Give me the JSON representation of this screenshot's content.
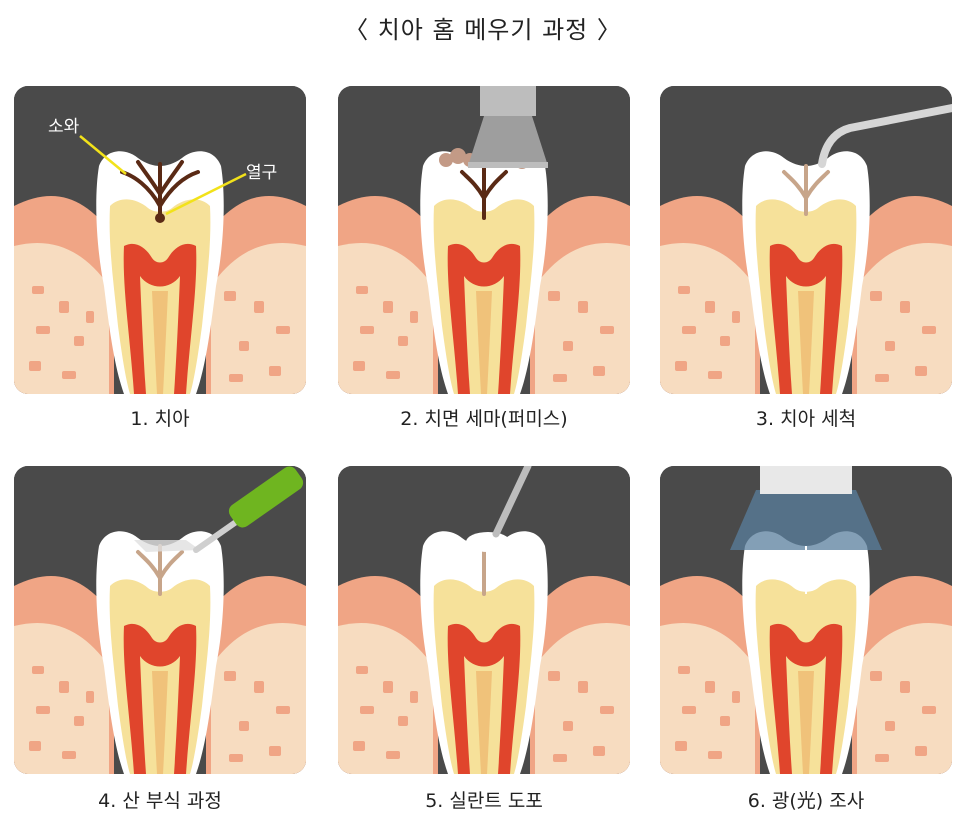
{
  "title": "〈 치아 홈 메우기 과정 〉",
  "colors": {
    "background_panel": "#4a4a4a",
    "gum": "#f0a585",
    "bone": "#f7dcc0",
    "enamel": "#ffffff",
    "dentin": "#f6e19a",
    "pulp": "#e0452c",
    "decay": "#5a2a15",
    "arrow": "#f2e21a"
  },
  "panel1": {
    "caption": "1. 치아",
    "label_pit": "소와",
    "label_fissure": "열구"
  },
  "panel2": {
    "caption": "2. 치면 세마(퍼미스)"
  },
  "panel3": {
    "caption": "3. 치아 세척"
  },
  "panel4": {
    "caption": "4. 산 부식 과정"
  },
  "panel5": {
    "caption": "5. 실란트 도포"
  },
  "panel6": {
    "caption": "6. 광(光) 조사"
  }
}
